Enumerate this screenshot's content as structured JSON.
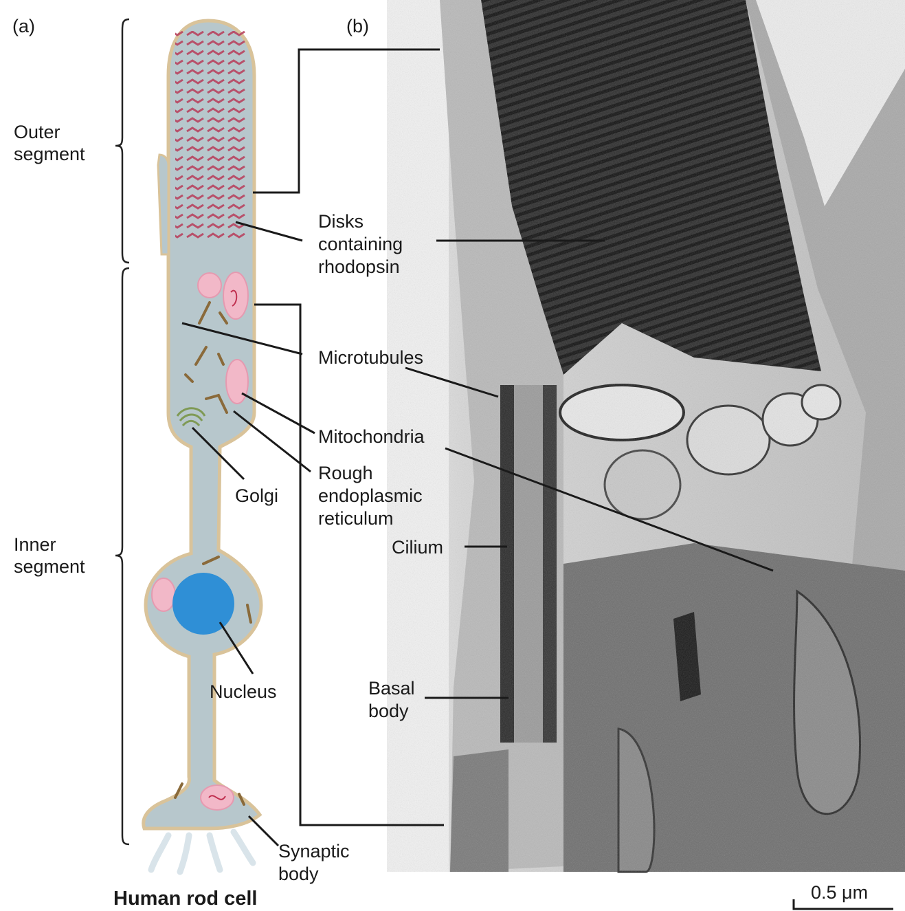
{
  "panel_a_label": "(a)",
  "panel_b_label": "(b)",
  "segments": {
    "outer": [
      "Outer",
      "segment"
    ],
    "inner": [
      "Inner",
      "segment"
    ]
  },
  "labels": {
    "disks": [
      "Disks",
      "containing",
      "rhodopsin"
    ],
    "microtubules": "Microtubules",
    "mitochondria": "Mitochondria",
    "rough_er": [
      "Rough",
      "endoplasmic",
      "reticulum"
    ],
    "golgi": "Golgi",
    "cilium": "Cilium",
    "nucleus": "Nucleus",
    "basal_body": [
      "Basal",
      "body"
    ],
    "synaptic_body": [
      "Synaptic",
      "body"
    ]
  },
  "caption": "Human rod cell",
  "scale_bar": "0.5 μm",
  "colors": {
    "cell_body": "#b7c7cc",
    "cell_outline": "#d9c39a",
    "disks": "#b8435f",
    "mitochondria": "#f2b8c8",
    "nucleus": "#2f8fd6",
    "golgi": "#7f9a55",
    "rough_er": "#8a6a3a",
    "micrograph_dark": "#1e1e1e"
  }
}
